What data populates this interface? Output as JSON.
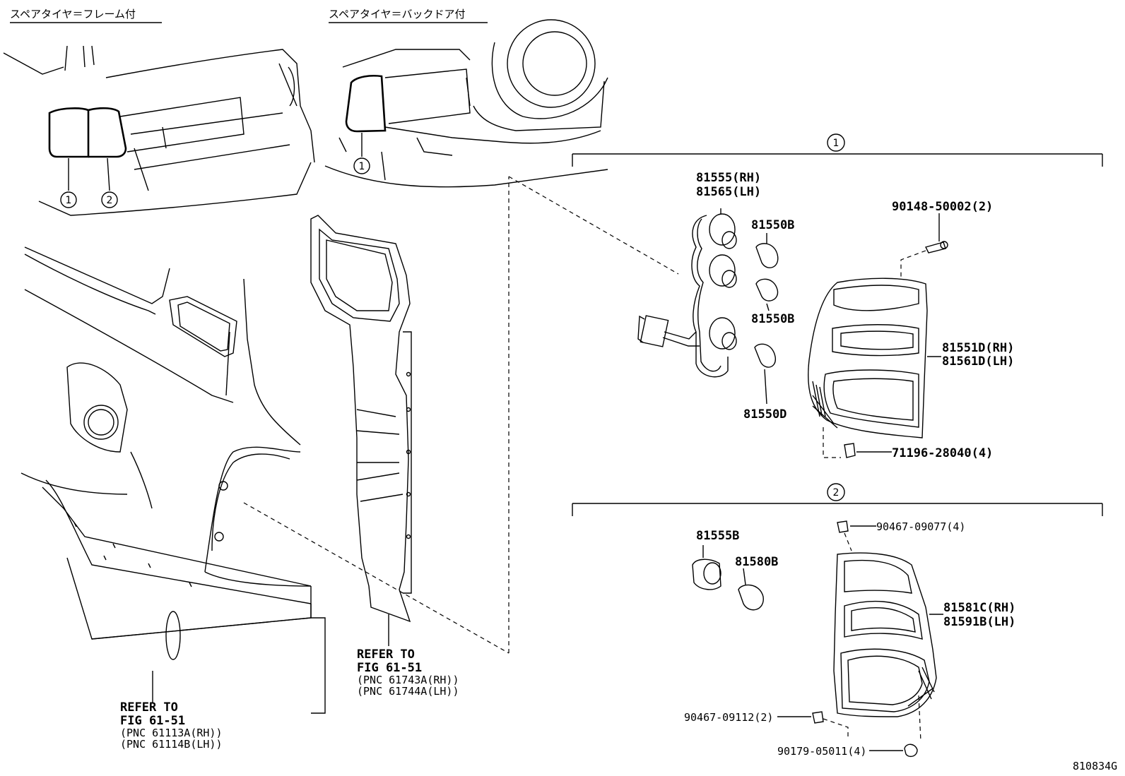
{
  "headers": {
    "left": "スペアタイヤ＝フレーム付",
    "right": "スペアタイヤ＝バックドア付"
  },
  "callouts": {
    "one": "1",
    "two": "2"
  },
  "group1": {
    "socket_rh": "81555(RH)",
    "socket_lh": "81565(LH)",
    "bulb_top": "81550B",
    "bulb_mid": "81550B",
    "bulb_bottom": "81550D",
    "screw": "90148-50002(2)",
    "lamp_rh": "81551D(RH)",
    "lamp_lh": "81561D(LH)",
    "clip": "71196-28040(4)"
  },
  "group2": {
    "socket": "81555B",
    "bulb": "81580B",
    "clip_top": "90467-09077(4)",
    "lamp_rh": "81581C(RH)",
    "lamp_lh": "81591B(LH)",
    "clip_bottom": "90467-09112(2)",
    "nut": "90179-05011(4)"
  },
  "refer_mid": {
    "line1": "REFER TO",
    "line2": "FIG 61-51",
    "line3": "(PNC 61743A(RH))",
    "line4": "(PNC 61744A(LH))"
  },
  "refer_left": {
    "line1": "REFER TO",
    "line2": "FIG 61-51",
    "line3": "(PNC 61113A(RH))",
    "line4": "(PNC 61114B(LH))"
  },
  "figure_id": "810834G"
}
